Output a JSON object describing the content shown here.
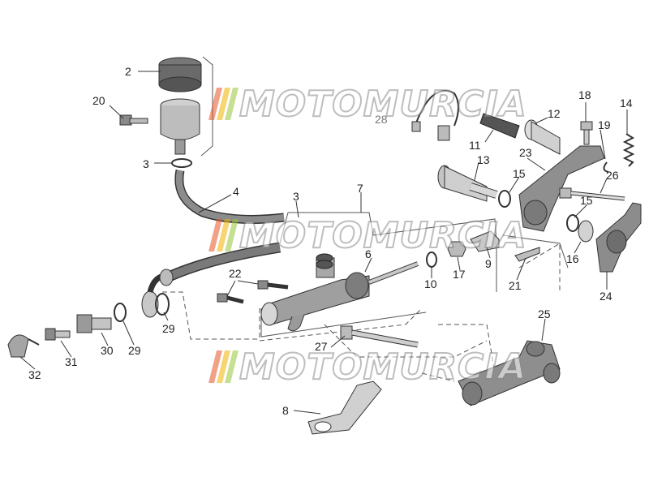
{
  "watermark": {
    "text": "MOTOMURCIA",
    "stripe_colors": [
      "#e8552a",
      "#f2b400",
      "#9bc63c"
    ]
  },
  "callouts": [
    "2",
    "20",
    "3",
    "4",
    "3",
    "7",
    "6",
    "22",
    "29",
    "30",
    "29",
    "31",
    "32",
    "27",
    "8",
    "25",
    "10",
    "17",
    "9",
    "21",
    "16",
    "24",
    "15",
    "15",
    "13",
    "11",
    "12",
    "18",
    "19",
    "14",
    "23",
    "26",
    "28"
  ],
  "colors": {
    "part_fill": "#a9a9a9",
    "part_light": "#d2d2d2",
    "part_dark": "#6a6a6a",
    "line": "#333333"
  }
}
